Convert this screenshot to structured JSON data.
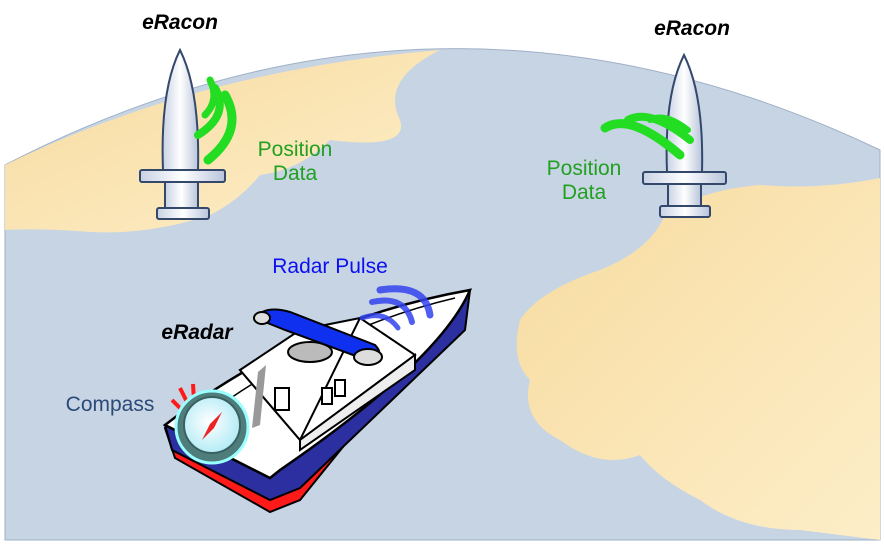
{
  "labels": {
    "eracon_left": "eRacon",
    "eracon_right": "eRacon",
    "position_left": [
      "Position",
      "Data"
    ],
    "position_right": [
      "Position",
      "Data"
    ],
    "radar_pulse": "Radar Pulse",
    "eradar": "eRadar",
    "compass": "Compass"
  },
  "colors": {
    "water": "#c6d4e4",
    "land": "#fae3ad",
    "signal": "#22dd22",
    "pulse": "#2233ee",
    "hull_blue": "#2b2fa0",
    "hull_red": "#ff1a1a"
  }
}
